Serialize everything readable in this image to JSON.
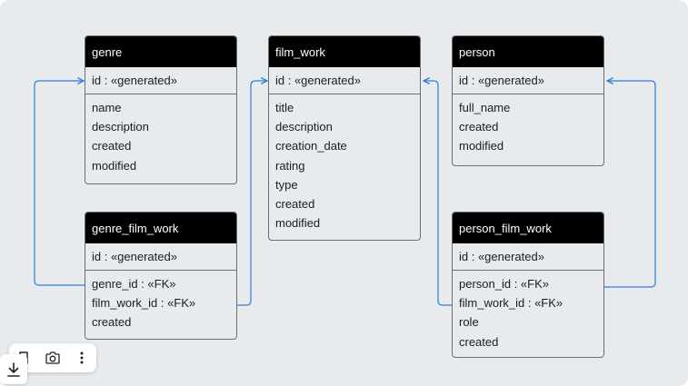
{
  "diagram": {
    "link_color": "#2f7fd0",
    "entities": [
      {
        "key": "genre",
        "title": "genre",
        "pk": "id : «generated»",
        "fields": [
          "name",
          "description",
          "created",
          "modified"
        ]
      },
      {
        "key": "film_work",
        "title": "film_work",
        "pk": "id : «generated»",
        "fields": [
          "title",
          "description",
          "creation_date",
          "rating",
          "type",
          "created",
          "modified"
        ]
      },
      {
        "key": "person",
        "title": "person",
        "pk": "id : «generated»",
        "fields": [
          "full_name",
          "created",
          "modified"
        ]
      },
      {
        "key": "genre_film_work",
        "title": "genre_film_work",
        "pk": "id : «generated»",
        "fields": [
          "genre_id : «FK»",
          "film_work_id : «FK»",
          "created"
        ]
      },
      {
        "key": "person_film_work",
        "title": "person_film_work",
        "pk": "id : «generated»",
        "fields": [
          "person_id : «FK»",
          "film_work_id : «FK»",
          "role",
          "created"
        ]
      }
    ],
    "relations": [
      {
        "from": "genre_film_work.genre_id",
        "to": "genre.id"
      },
      {
        "from": "genre_film_work.film_work_id",
        "to": "film_work.id"
      },
      {
        "from": "person_film_work.film_work_id",
        "to": "film_work.id"
      },
      {
        "from": "person_film_work.person_id",
        "to": "person.id"
      }
    ]
  },
  "toolbar": {
    "icons": [
      "bookmark-icon",
      "camera-icon",
      "more-vertical-icon",
      "download-icon"
    ]
  }
}
